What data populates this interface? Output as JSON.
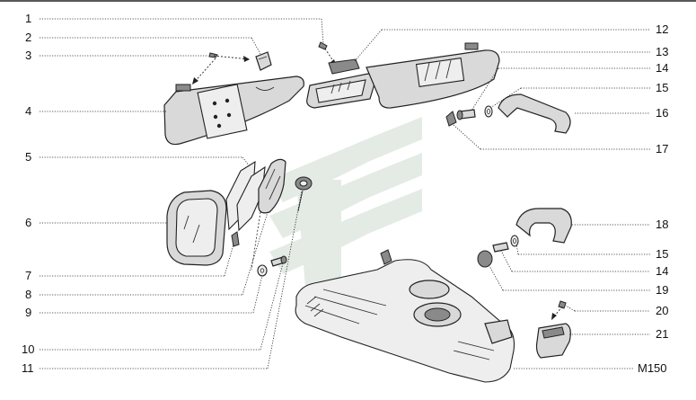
{
  "diagram": {
    "labels": {
      "l1": "1",
      "l2": "2",
      "l3": "3",
      "l4": "4",
      "l5": "5",
      "l6": "6",
      "l7": "7",
      "l8": "8",
      "l9": "9",
      "l10": "10",
      "l11": "11",
      "r12": "12",
      "r13": "13",
      "r14a": "14",
      "r15a": "15",
      "r16": "16",
      "r17": "17",
      "r18": "18",
      "r15b": "15",
      "r14b": "14",
      "r19": "19",
      "r20": "20",
      "r21": "21",
      "rM150": "M150"
    }
  },
  "colors": {
    "background": "#ffffff",
    "line": "#222222",
    "part_fill": "#d9d9d9",
    "watermark": "#cfdccf"
  }
}
